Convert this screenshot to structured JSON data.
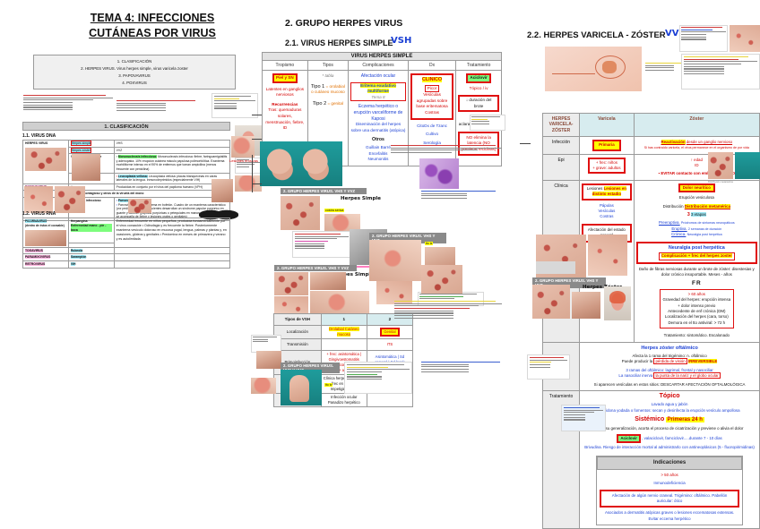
{
  "document": {
    "title_line1": "TEMA 4: INFECCIONES",
    "title_line2": "CUTÁNEAS POR VIRUS",
    "index": {
      "i1": "1. CLASIFICACIÓN",
      "i2": "2. HERPES VIRUS. Virus herpes simple, virus varicela zoster",
      "i3": "3. PAPOVAVIRUS",
      "i4": "4. POXVIRUS"
    }
  },
  "section1": {
    "band": "1. CLASIFICACIÓN",
    "sub_dna": "1.1. VIRUS DNA",
    "sub_rna": "1.2. VIRUS RNA",
    "dna_rows": [
      {
        "family": "HERPES VIRUS",
        "agent": "Herpes simple",
        "note": "VHS",
        "detail": ""
      },
      {
        "family": "",
        "agent": "Herpes zóster",
        "note": "VVZ",
        "detail": ""
      },
      {
        "family": "",
        "agent": "Virus de Epstein Barr",
        "note": "VEB",
        "detail": "Mononucleosis infecciosa: fiebre, faringoamigdalitis y adenopatía. 10% erupción cutánea máculo papulosa  polimorfolítica. Exantema morbiliforme intenso en el 90% de enfermos que toman ampicilina (menos frecuente con penicilina)"
      },
      {
        "family": "",
        "agent": "",
        "note": "",
        "detail": "Leucoplasia vellosa: placas blanquecinas en caras laterales de la lengua. Inmunodeprimidos (especialmente VIH)"
      },
      {
        "family": "PAPOVAVIRUS",
        "agent": "Verrugas",
        "note": "",
        "detail": "Producidas en conjunto por el virus del papiloma humano (VPH)"
      },
      {
        "family": "POXVIRUS",
        "agent": "Molusco contagioso y otros de la viruela del mono",
        "note": "",
        "detail": ""
      },
      {
        "family": "PARVOVIRUS",
        "agent": "Exantema infeccioso",
        "note": "",
        "detail": "Parvovirus B19 — Exantema en bofetón. Cuadro de un exantema característico (vor pediatría). Algunos pacientes desarrollan un síndrome papular purpúrico en guante y calcetín (pápulas purpúricas o petequiales en manos y pies, y menudo se acompaña de fiebre y lesiones orales o genitales)"
      }
    ],
    "rna_rows": [
      {
        "family": "PICORNAVIRUS (dentro de éstos el coxsakie)",
        "agent": "Herpangina",
        "note": "Enfermedad mano - pie - boca",
        "detail": "Enfermedad frecuente en niños pequeños, producida fundamentalmente por el virus coxsackie  •  Odinofagia y es frecuente la fiebre. Posteriormente exantema vesículo doloroso en mucosa yugal, lengua, palmas y plantas y, en ocasiones, glúteos y genitales  •  Predomina en meses de primavera y verano y es autolimitada"
      },
      {
        "family": "TOGAVIRUS",
        "agent": "Rubeola",
        "note": "",
        "detail": ""
      },
      {
        "family": "PARAMIXOVIRUS",
        "agent": "Sarampión",
        "note": "",
        "detail": ""
      },
      {
        "family": "RETROVIRUS",
        "agent": "VIH",
        "note": "",
        "detail": ""
      }
    ]
  },
  "section2": {
    "heading": "2. GRUPO HERPES VIRUS",
    "sub1": "2.1. VIRUS HERPES SIMPLE",
    "sub1_hand": "VSH",
    "sub2": "2.2. HERPES VARICELA - ZÓSTER",
    "sub2_hand": "VVZ"
  },
  "vsh_table": {
    "title": "VIRUS HERPES SIMPLE",
    "columns": [
      "Tropismo",
      "Tipos",
      "Complicaciones",
      "Dx",
      "Tratamiento"
    ],
    "tropismo": {
      "highlight": "Piel y SN",
      "l1": "Latentes en ganglios nerviosos",
      "l2": "Recurrencias",
      "l3": "Tras: quemaduras solares, menstruación, fiebre, ID"
    },
    "tipos": {
      "note": "* tabla",
      "t1_label": "Tipo 1",
      "t1_text": "= orolabial o cutáneo mucoso",
      "t2_label": "Tipo 2",
      "t2_text": "= genital"
    },
    "complicaciones": {
      "c1": "Afectación ocular",
      "c2": "Eritema exudativo multiforme",
      "c2_note": "Tema 8",
      "c3": "Eczema herpético o erupción varceliforme de Kaposi",
      "c3_note": "Diseminación del herpes sobre una dermatitis (atópica)",
      "otros": "Otros",
      "o1": "Guillain Barré",
      "o2": "Encefalitis",
      "o3": "Neumonitis"
    },
    "dx": {
      "main": "CLINICO",
      "d1": "Picor",
      "d2": "Vesículas agrupadas sobre base eritematosa",
      "d3": "Costras",
      "d4": "CitoDx de Tzanc",
      "d5": "Cultivo",
      "d6": "Serología"
    },
    "tratamiento": {
      "main": "Aciclovir",
      "t1": "Tópico / iv",
      "t2": "↓ duración del brote",
      "t3": "Acelera el aclaramiento del virus",
      "t4": "NO elimina la latencia (NO previene recidivas)"
    }
  },
  "tipos_table": {
    "columns": [
      "Tipos de VSH",
      "1",
      "2"
    ],
    "rows": [
      {
        "label": "Localización",
        "c1": "Orolabial Cutáneo mucoso",
        "c2": "Genital"
      },
      {
        "label": "Transmisión",
        "c1": "",
        "c2": "ITS"
      },
      {
        "label": "Primoinfección",
        "c1": "+ frec: asintomática  |  Gingivoestomatitis dolorosa con afectación general + adenopatías",
        "c2": "Asintomática  |  Sd general  |  Sd local: adenopatías dolorosas"
      },
      {
        "label": "Recidiva",
        "c1": "Clínica herpética típica + frec en labios  |  Impetiginización",
        "c2": "Sí"
      },
      {
        "label": "Otras",
        "c1": "Infección ocular  Panadizo herpético",
        "c2": ""
      }
    ]
  },
  "vz_table": {
    "corner": "HERPES VARICELA-ZÓSTER",
    "columns": [
      "Varicela",
      "Zóster"
    ],
    "rows": [
      {
        "label": "Infección",
        "varicela": "Primaria",
        "zoster_main": "Reactivación",
        "zoster_sub": "desde un ganglio nervioso",
        "zoster_note": "Si has contraído varicela, el virus permanece en el organismo de por vida"
      },
      {
        "label": "Epi",
        "varicela": "+ frec: niños\n+ grave: adultos",
        "zoster_main": "↑ edad",
        "zoster_sub": "ID",
        "zoster_note": "EVITAR contacto con embarazadas + ID"
      },
      {
        "label": "Clínica",
        "varicela": "Lesiones en distinto estadio",
        "varicela_sub": "Pápulas\nVesículas\nCostras",
        "varicela_box2": "Afectación del estado general",
        "zoster_main": "Dolor neurítico",
        "zoster_l2": "Erupción vesiculosa",
        "zoster_l3": "Distribución metamérica",
        "zoster_l4": "3 etapas",
        "zoster_e1": "Preeruptiva.",
        "zoster_e1d": "Pródromos de síntomas neuropáticos",
        "zoster_e2": "Eruptiva.",
        "zoster_e2d": "2 semanas de duración",
        "zoster_e3": "Crónica.",
        "zoster_e3d": "Neuralgia post herpética",
        "neuralgia_title": "Neuralgia post herpética",
        "neuralgia_sub": "Complicación + frec del herpes zoster",
        "neuralgia_text": "Daño de fibras nerviosas durante un brote de zóster: disestesias y dolor crónico insoportable. Meses - años",
        "fr_title": "FR",
        "fr1": "> 60 años",
        "fr2": "Gravedad del herpes: erupción intensa + dolor intenso previo",
        "fr3": "Antecedente de enf crónica (DM)",
        "fr4": "Localización del herpes (cara, torso)",
        "fr5": "Demora en el tto antiviral: > 72 h",
        "tto": "Tratamiento: sintomático. Escalonado"
      },
      {
        "label": "",
        "oft_title": "Herpes zóster oftálmico",
        "oft1": "Afecta la 1 rama del trigémino: n. oftálmico",
        "oft2": "Puede producir la pérdida de visión IRREVERSIBLE",
        "oft3": "3 ramas del oftálmico: lagrimal, frontal y nasociliar",
        "oft4": "La nasociliar inerva la punta de la nariz y el globo ocular",
        "oft5": "Si aparecen vesículas en estos sitios: DESCARTAR AFECTACIÓN OFTALMOLÓGICA"
      },
      {
        "label": "Tratamiento",
        "topico_title": "Tópico",
        "topico1": "Lavado agua y jabón",
        "topico2": "Povidona yodada o fomentos: secan y desinfecta la erupción vesículo ampollosa",
        "sist_title": "Sistémico",
        "sist_badge": "Primeras 24 h",
        "sist1": "Evita su generalización, acorta el proceso de cicatrización y previene o alivia el dolor",
        "sist2": "Aciclovir, valaciclovir, famciclovir.....durante 7 - 10 días",
        "sist3": "Brivudina. Riesgo de interacción mortal al administrarlo con antineoplásicos (5 - fluoropirimidinas)",
        "ind_title": "Indicaciones",
        "ind1": "> 50 años",
        "ind2": "Inmunodeficiencia",
        "ind3": "Afectación de algún nervio craneal. Trigémino: oftálmico. Pabellón auricular: ótico",
        "ind4": "Asociados a dermatitis atópicas graves o lesiones eccematosas extensas. Evitar eccema herpético"
      }
    ]
  },
  "figures": {
    "band_vhs_vvz": "2. GRUPO HERPES VIRUS. VHS Y VVZ",
    "cap_herpes_simple": "Herpes Simple",
    "cap_herpes_zoster": "Herpes Zóster",
    "cap_lesiones": "Lesiones erosivas",
    "cap_costra": "costra serica"
  },
  "colors": {
    "red": "#d40000",
    "blue": "#1a3fd4",
    "green": "#0a8f18",
    "orange": "#e07000",
    "yellow_hl": "#ffff00",
    "green_hl": "#7dfd7d",
    "cyan_hl": "#9fe8f5",
    "band_grey": "#cfcfcf",
    "table_header": "#d7ecef"
  }
}
